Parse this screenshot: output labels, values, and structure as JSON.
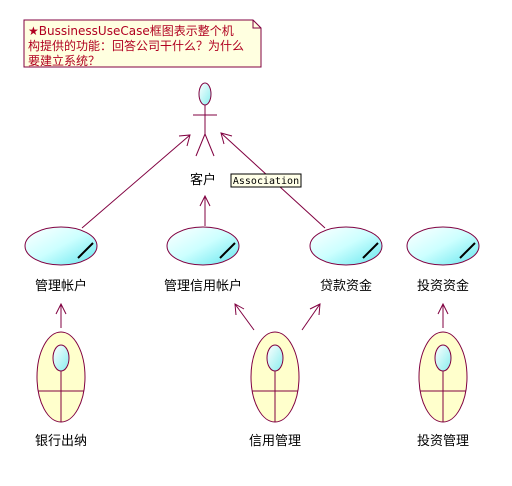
{
  "note": {
    "lines": [
      "★BussinessUseCase框图表示整个机",
      "构提供的功能：回答公司干什么？为什么",
      "要建立系统？"
    ]
  },
  "actor": {
    "label": "客户",
    "icon": "stick-figure-actor-icon"
  },
  "association_tooltip": "Association",
  "use_cases": [
    {
      "id": "uc1",
      "label": "管理帐户",
      "icon": "business-use-case-icon"
    },
    {
      "id": "uc2",
      "label": "管理信用帐户",
      "icon": "business-use-case-icon"
    },
    {
      "id": "uc3",
      "label": "贷款资金",
      "icon": "business-use-case-icon"
    },
    {
      "id": "uc4",
      "label": "投资资金",
      "icon": "business-use-case-icon"
    }
  ],
  "workers": [
    {
      "id": "w1",
      "label": "银行出纳",
      "icon": "business-worker-icon"
    },
    {
      "id": "w2",
      "label": "信用管理",
      "icon": "business-worker-icon"
    },
    {
      "id": "w3",
      "label": "投资管理",
      "icon": "business-worker-icon"
    }
  ],
  "colors": {
    "line": "#800040",
    "note_fill": "#ffffe0",
    "use_case_fill": "#ccffff",
    "worker_fill": "#ffffcc",
    "text_red": "#b00020"
  }
}
